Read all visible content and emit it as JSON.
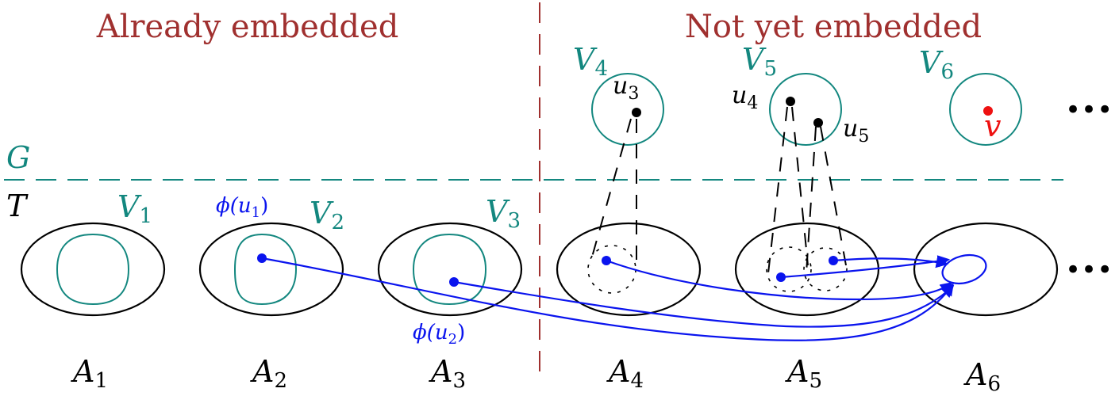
{
  "headers": {
    "left": "Already embedded",
    "right": "Not yet embedded"
  },
  "layer_labels": {
    "g": "G",
    "t": "T"
  },
  "v_labels": [
    {
      "base": "V",
      "sub": "1"
    },
    {
      "base": "V",
      "sub": "2"
    },
    {
      "base": "V",
      "sub": "3"
    },
    {
      "base": "V",
      "sub": "4"
    },
    {
      "base": "V",
      "sub": "5"
    },
    {
      "base": "V",
      "sub": "6"
    }
  ],
  "a_labels": [
    {
      "base": "A",
      "sub": "1"
    },
    {
      "base": "A",
      "sub": "2"
    },
    {
      "base": "A",
      "sub": "3"
    },
    {
      "base": "A",
      "sub": "4"
    },
    {
      "base": "A",
      "sub": "5"
    },
    {
      "base": "A",
      "sub": "6"
    }
  ],
  "vertex_labels": {
    "u3": {
      "base": "u",
      "sub": "3"
    },
    "u4": {
      "base": "u",
      "sub": "4"
    },
    "u5": {
      "base": "u",
      "sub": "5"
    },
    "v": "v"
  },
  "phi_labels": {
    "phi_u1": {
      "pre": "ϕ(",
      "base": "u",
      "sub": "1",
      "post": ")"
    },
    "phi_u2": {
      "pre": "ϕ(",
      "base": "u",
      "sub": "2",
      "post": ")"
    }
  },
  "ellipsis": {
    "top": "•••",
    "bottom": "•••"
  },
  "colors": {
    "header": "#a0302f",
    "teal": "#13877f",
    "blue": "#0a14ee",
    "red": "#ee1111"
  }
}
